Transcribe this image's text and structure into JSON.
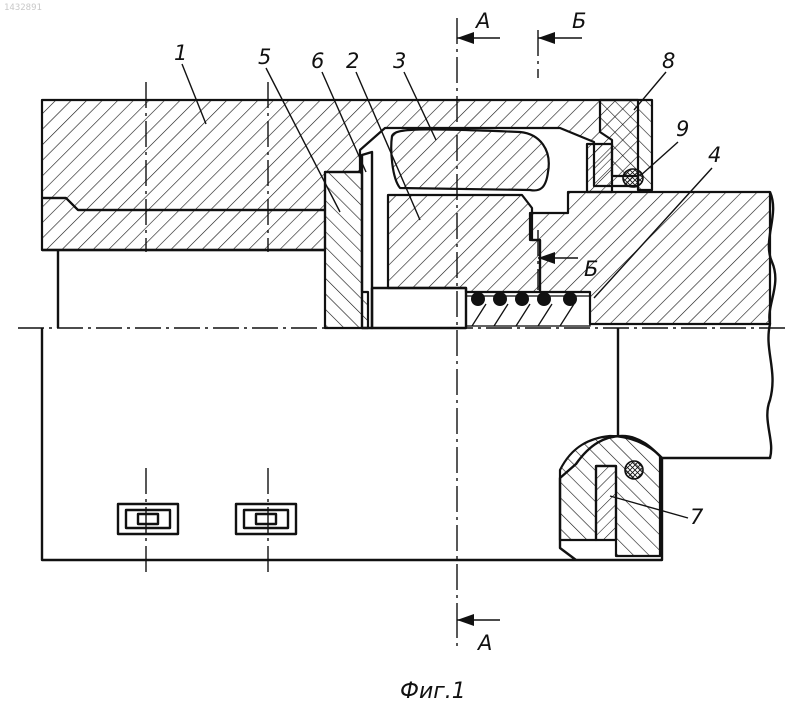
{
  "drawing": {
    "stamp": "1432891",
    "caption": "Фиг.1",
    "section_marks": {
      "a_top": "А",
      "b_top": "Б",
      "b_mid": "Б",
      "a_bottom": "А"
    },
    "parts": [
      "1",
      "5",
      "6",
      "2",
      "3",
      "8",
      "9",
      "4",
      "7"
    ]
  }
}
